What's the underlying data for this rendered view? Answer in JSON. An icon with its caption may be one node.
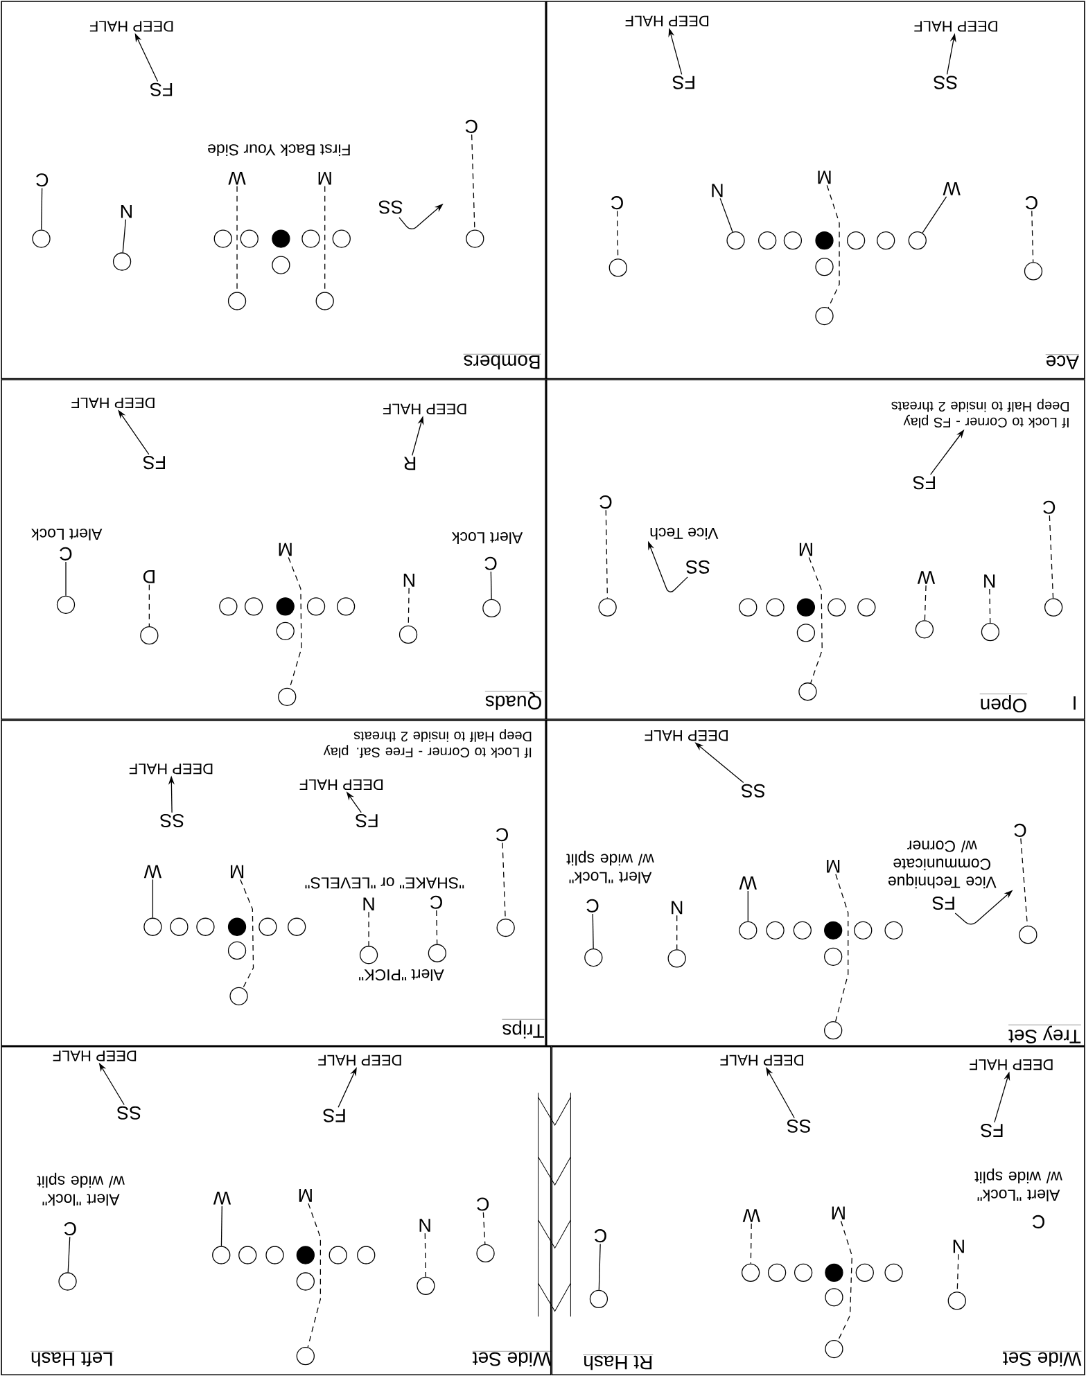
{
  "diagram": {
    "nodes": [
      {
        "text": [
          "Bombers"
        ]
      },
      {
        "text": [],
        "shape": "circle",
        "in": 0
      },
      {
        "text": [],
        "shape": "circle",
        "in": 0
      },
      {
        "text": [],
        "shape": "circle",
        "in": 0
      },
      {
        "text": [],
        "shape": "circle",
        "in": 0
      },
      {
        "text": [],
        "shape": "circle",
        "in": 0
      },
      {
        "text": [],
        "shape": "circle",
        "in": 0
      },
      {
        "text": [],
        "shape": "circle",
        "in": 0
      },
      {
        "text": [],
        "shape": "circle",
        "in": 0
      },
      {
        "text": [],
        "shape": "circle",
        "in": 0
      },
      {
        "text": [],
        "shape": "circle",
        "in": 0
      },
      {
        "text": [],
        "shape": "circle",
        "in": 0
      },
      {
        "text": [
          "C"
        ],
        "in": 0
      },
      {
        "text": [
          "N"
        ],
        "in": 0
      },
      {
        "text": [
          "W"
        ],
        "in": 0
      },
      {
        "text": [
          "M"
        ],
        "in": 0
      },
      {
        "text": [
          "C"
        ],
        "in": 0
      },
      {
        "text": [
          "SS"
        ],
        "in": 0
      },
      {
        "text": [
          "FS"
        ],
        "in": 0
      },
      {
        "text": [
          "DEEP HALF"
        ],
        "in": 0
      },
      {
        "text": [
          "Ace"
        ]
      },
      {
        "text": [],
        "shape": "circle",
        "in": 20
      },
      {
        "text": [],
        "shape": "circle",
        "in": 20
      },
      {
        "text": [],
        "shape": "circle",
        "in": 20
      },
      {
        "text": [],
        "shape": "circle",
        "in": 20
      },
      {
        "text": [],
        "shape": "circle",
        "in": 20
      },
      {
        "text": [],
        "shape": "circle",
        "in": 20
      },
      {
        "text": [],
        "shape": "circle",
        "in": 20
      },
      {
        "text": [],
        "shape": "circle",
        "in": 20
      },
      {
        "text": [],
        "shape": "circle",
        "in": 20
      },
      {
        "text": [],
        "shape": "circle",
        "in": 20
      },
      {
        "text": [],
        "shape": "circle",
        "in": 20
      },
      {
        "text": [
          "C"
        ],
        "in": 20
      },
      {
        "text": [
          "N"
        ],
        "in": 20
      },
      {
        "text": [
          "M"
        ],
        "in": 20
      },
      {
        "text": [
          "W"
        ],
        "in": 20
      },
      {
        "text": [
          "C"
        ],
        "in": 20
      },
      {
        "text": [
          "FS"
        ],
        "in": 20
      },
      {
        "text": [
          "SS"
        ],
        "in": 20
      },
      {
        "text": [
          "DEEP HALF"
        ],
        "in": 20
      },
      {
        "text": [
          "DEEP HALF"
        ],
        "in": 20
      },
      {
        "text": [
          "Quads"
        ]
      },
      {
        "text": [],
        "shape": "circle",
        "in": 41
      },
      {
        "text": [],
        "shape": "circle",
        "in": 41
      },
      {
        "text": [],
        "shape": "circle",
        "in": 41
      },
      {
        "text": [],
        "shape": "circle",
        "in": 41
      },
      {
        "text": [],
        "shape": "circle",
        "in": 41
      },
      {
        "text": [],
        "shape": "circle",
        "in": 41
      },
      {
        "text": [],
        "shape": "circle",
        "in": 41
      },
      {
        "text": [],
        "shape": "circle",
        "in": 41
      },
      {
        "text": [],
        "shape": "circle",
        "in": 41
      },
      {
        "text": [],
        "shape": "circle",
        "in": 41
      },
      {
        "text": [],
        "shape": "circle",
        "in": 41
      },
      {
        "text": [
          "C"
        ],
        "in": 41
      },
      {
        "text": [
          "D"
        ],
        "in": 41
      },
      {
        "text": [
          "M"
        ],
        "in": 41
      },
      {
        "text": [
          "N"
        ],
        "in": 41
      },
      {
        "text": [
          "C"
        ],
        "in": 41
      },
      {
        "text": [
          "FS"
        ],
        "in": 41
      },
      {
        "text": [
          "R"
        ],
        "in": 41
      },
      {
        "text": [
          "DEEP HALF"
        ],
        "in": 41
      },
      {
        "text": [
          "DEEP HALF"
        ],
        "in": 41
      },
      {
        "text": [
          "Open"
        ],
        "beside": [
          "I"
        ]
      },
      {
        "text": [],
        "shape": "circle",
        "in": 62
      },
      {
        "text": [],
        "shape": "circle",
        "in": 62
      },
      {
        "text": [],
        "shape": "circle",
        "in": 62
      },
      {
        "text": [],
        "shape": "circle",
        "in": 62
      },
      {
        "text": [],
        "shape": "circle",
        "in": 62
      },
      {
        "text": [],
        "shape": "circle",
        "in": 62
      },
      {
        "text": [],
        "shape": "circle",
        "in": 62
      },
      {
        "text": [],
        "shape": "circle",
        "in": 62
      },
      {
        "text": [],
        "shape": "circle",
        "in": 62
      },
      {
        "text": [],
        "shape": "circle",
        "in": 62
      },
      {
        "text": [],
        "shape": "circle",
        "in": 62
      },
      {
        "text": [
          "C"
        ],
        "in": 62
      },
      {
        "text": [
          "SS"
        ],
        "in": 62
      },
      {
        "text": [
          "M"
        ],
        "in": 62
      },
      {
        "text": [
          "W"
        ],
        "in": 62
      },
      {
        "text": [
          "N"
        ],
        "in": 62
      },
      {
        "text": [
          "C"
        ],
        "in": 62
      },
      {
        "text": [
          "FS"
        ],
        "in": 62
      },
      {
        "text": [
          "If Lock to Corner - FS play Deep Half to inside 2 threats"
        ],
        "in": 62
      },
      {
        "text": [
          "Trips"
        ]
      },
      {
        "text": [],
        "shape": "circle",
        "in": 82
      },
      {
        "text": [],
        "shape": "circle",
        "in": 82
      },
      {
        "text": [],
        "shape": "circle",
        "in": 82
      },
      {
        "text": [],
        "shape": "circle",
        "in": 82
      },
      {
        "text": [],
        "shape": "circle",
        "in": 82
      },
      {
        "text": [],
        "shape": "circle",
        "in": 82
      },
      {
        "text": [],
        "shape": "circle",
        "in": 82
      },
      {
        "text": [],
        "shape": "circle",
        "in": 82
      },
      {
        "text": [],
        "shape": "circle",
        "in": 82
      },
      {
        "text": [],
        "shape": "circle",
        "in": 82
      },
      {
        "text": [],
        "shape": "circle",
        "in": 82
      },
      {
        "text": [
          "W"
        ],
        "in": 82
      },
      {
        "text": [
          "M"
        ],
        "in": 82
      },
      {
        "text": [
          "N"
        ],
        "in": 82
      },
      {
        "text": [
          "C"
        ],
        "in": 82
      },
      {
        "text": [
          "C"
        ],
        "in": 82
      },
      {
        "text": [
          "SS"
        ],
        "in": 82
      },
      {
        "text": [
          "FS"
        ],
        "in": 82
      },
      {
        "text": [
          "DEEP HALF"
        ],
        "in": 82
      },
      {
        "text": [
          "DEEP HALF"
        ],
        "in": 82
      },
      {
        "text": [
          "If Lock to Corner - Free Saf. play Deep Half to inside 2 threats"
        ],
        "in": 82
      },
      {
        "text": [
          "Trey Set"
        ]
      },
      {
        "text": [],
        "shape": "circle",
        "in": 104
      },
      {
        "text": [],
        "shape": "circle",
        "in": 104
      },
      {
        "text": [],
        "shape": "circle",
        "in": 104
      },
      {
        "text": [],
        "shape": "circle",
        "in": 104
      },
      {
        "text": [],
        "shape": "circle",
        "in": 104
      },
      {
        "text": [],
        "shape": "circle",
        "in": 104
      },
      {
        "text": [],
        "shape": "circle",
        "in": 104
      },
      {
        "text": [],
        "shape": "circle",
        "in": 104
      },
      {
        "text": [],
        "shape": "circle",
        "in": 104
      },
      {
        "text": [],
        "shape": "circle",
        "in": 104
      },
      {
        "text": [],
        "shape": "circle",
        "in": 104
      },
      {
        "text": [
          "C"
        ],
        "in": 104
      },
      {
        "text": [
          "N"
        ],
        "in": 104
      },
      {
        "text": [
          "W"
        ],
        "in": 104
      },
      {
        "text": [
          "M"
        ],
        "in": 104
      },
      {
        "text": [
          "C"
        ],
        "in": 104
      },
      {
        "text": [
          "FS"
        ],
        "in": 104
      },
      {
        "text": [
          "SS"
        ],
        "in": 104
      },
      {
        "text": [
          "DEEP HALF"
        ],
        "in": 104
      },
      {
        "text": [
          "Wide Set",
          "Left Hash"
        ]
      },
      {
        "text": [],
        "shape": "circle",
        "in": 124
      },
      {
        "text": [],
        "shape": "circle",
        "in": 124
      },
      {
        "text": [],
        "shape": "circle",
        "in": 124
      },
      {
        "text": [],
        "shape": "circle",
        "in": 124
      },
      {
        "text": [],
        "shape": "circle",
        "in": 124
      },
      {
        "text": [],
        "shape": "circle",
        "in": 124
      },
      {
        "text": [],
        "shape": "circle",
        "in": 124
      },
      {
        "text": [],
        "shape": "circle",
        "in": 124
      },
      {
        "text": [],
        "shape": "circle",
        "in": 124
      },
      {
        "text": [],
        "shape": "circle",
        "in": 124
      },
      {
        "text": [],
        "shape": "circle",
        "in": 124
      },
      {
        "text": [
          "C"
        ],
        "in": 124
      },
      {
        "text": [
          "W"
        ],
        "in": 124
      },
      {
        "text": [
          "M"
        ],
        "in": 124
      },
      {
        "text": [
          "N"
        ],
        "in": 124
      },
      {
        "text": [
          "C"
        ],
        "in": 124
      },
      {
        "text": [
          "SS"
        ],
        "in": 124
      },
      {
        "text": [
          "FS"
        ],
        "in": 124
      },
      {
        "text": [
          "DEEP HALF"
        ],
        "in": 124
      },
      {
        "text": [
          "DEEP HALF"
        ],
        "in": 124
      },
      {
        "text": [
          "Wide Set",
          "Rt Hash"
        ]
      },
      {
        "text": [],
        "shape": "circle",
        "in": 145
      },
      {
        "text": [],
        "shape": "circle",
        "in": 145
      },
      {
        "text": [],
        "shape": "circle",
        "in": 145
      },
      {
        "text": [],
        "shape": "circle",
        "in": 145
      },
      {
        "text": [],
        "shape": "circle",
        "in": 145
      },
      {
        "text": [],
        "shape": "circle",
        "in": 145
      },
      {
        "text": [],
        "shape": "circle",
        "in": 145
      },
      {
        "text": [],
        "shape": "circle",
        "in": 145
      },
      {
        "text": [],
        "shape": "circle",
        "in": 145
      },
      {
        "text": [],
        "shape": "circle",
        "in": 145
      },
      {
        "text": [
          "C"
        ],
        "in": 145
      },
      {
        "text": [
          "W"
        ],
        "in": 145
      },
      {
        "text": [
          "M"
        ],
        "in": 145
      },
      {
        "text": [
          "N"
        ],
        "in": 145
      },
      {
        "text": [
          "C"
        ],
        "in": 145
      },
      {
        "text": [
          "SS"
        ],
        "in": 145
      },
      {
        "text": [
          "FS"
        ],
        "in": 145
      },
      {
        "text": [
          "DEEP HALF"
        ],
        "in": 145
      },
      {
        "text": [
          "DEEP HALF"
        ],
        "in": 145
      },
      {
        "text": [
          "Vice Technique Communicate w/ Corner"
        ],
        "in": 104
      },
      {
        "text": [
          "Vice Tech"
        ],
        "in": 62
      }
    ],
    "edges": [
      {
        "from": 12,
        "to": 1,
        "arrow": "none"
      },
      {
        "from": 13,
        "to": 2,
        "arrow": "none"
      },
      {
        "from": 14,
        "to": 9,
        "arrow": "none",
        "style": "dashed"
      },
      {
        "from": 15,
        "to": 10,
        "arrow": "none",
        "style": "dashed"
      },
      {
        "from": 16,
        "to": 11,
        "arrow": "none",
        "style": "dashed"
      },
      {
        "from": 18,
        "to": 19,
        "arrow": "to"
      },
      {
        "from": 17,
        "to": null,
        "arrow": "to"
      },
      {
        "from": 32,
        "to": 21,
        "arrow": "none",
        "style": "dashed"
      },
      {
        "from": 33,
        "to": 22,
        "arrow": "none"
      },
      {
        "from": 34,
        "to": 30,
        "arrow": "none",
        "style": "dashed"
      },
      {
        "from": 35,
        "to": 28,
        "arrow": "none"
      },
      {
        "from": 36,
        "to": 31,
        "arrow": "none",
        "style": "dashed"
      },
      {
        "from": 37,
        "to": 39,
        "arrow": "to"
      },
      {
        "from": 38,
        "to": 40,
        "arrow": "to"
      },
      {
        "from": 53,
        "to": 42,
        "arrow": "none"
      },
      {
        "from": 54,
        "to": 43,
        "arrow": "none",
        "style": "dashed"
      },
      {
        "from": 55,
        "to": 50,
        "arrow": "none",
        "style": "dashed"
      },
      {
        "from": 56,
        "to": 51,
        "arrow": "none",
        "style": "dashed"
      },
      {
        "from": 57,
        "to": 52,
        "arrow": "none"
      },
      {
        "from": 58,
        "to": 60,
        "arrow": "to"
      },
      {
        "from": 59,
        "to": 61,
        "arrow": "to"
      },
      {
        "from": 74,
        "to": 63,
        "arrow": "none",
        "style": "dashed"
      },
      {
        "from": 76,
        "to": 70,
        "arrow": "none",
        "style": "dashed"
      },
      {
        "from": 77,
        "to": 71,
        "arrow": "none",
        "style": "dashed"
      },
      {
        "from": 78,
        "to": 72,
        "arrow": "none",
        "style": "dashed"
      },
      {
        "from": 79,
        "to": 73,
        "arrow": "none",
        "style": "dashed"
      },
      {
        "from": 80,
        "to": 81,
        "arrow": "to"
      },
      {
        "from": 75,
        "to": 166,
        "arrow": "to"
      },
      {
        "from": 94,
        "to": 83,
        "arrow": "none"
      },
      {
        "from": 95,
        "to": 90,
        "arrow": "none",
        "style": "dashed"
      },
      {
        "from": 96,
        "to": 91,
        "arrow": "none",
        "style": "dashed"
      },
      {
        "from": 97,
        "to": 92,
        "arrow": "none",
        "style": "dashed"
      },
      {
        "from": 98,
        "to": 93,
        "arrow": "none",
        "style": "dashed"
      },
      {
        "from": 99,
        "to": 101,
        "arrow": "to"
      },
      {
        "from": 100,
        "to": 102,
        "arrow": "to"
      },
      {
        "from": 116,
        "to": 105,
        "arrow": "none"
      },
      {
        "from": 117,
        "to": 106,
        "arrow": "none",
        "style": "dashed"
      },
      {
        "from": 118,
        "to": 107,
        "arrow": "none"
      },
      {
        "from": 119,
        "to": 114,
        "arrow": "none",
        "style": "dashed"
      },
      {
        "from": 120,
        "to": 115,
        "arrow": "none",
        "style": "dashed"
      },
      {
        "from": 122,
        "to": 123,
        "arrow": "to"
      },
      {
        "from": 121,
        "to": 165,
        "arrow": "to"
      },
      {
        "from": 136,
        "to": 125,
        "arrow": "none"
      },
      {
        "from": 137,
        "to": 126,
        "arrow": "none"
      },
      {
        "from": 138,
        "to": 133,
        "arrow": "none",
        "style": "dashed"
      },
      {
        "from": 139,
        "to": 134,
        "arrow": "none",
        "style": "dashed"
      },
      {
        "from": 140,
        "to": 135,
        "arrow": "none",
        "style": "dashed"
      },
      {
        "from": 141,
        "to": 143,
        "arrow": "to"
      },
      {
        "from": 142,
        "to": 144,
        "arrow": "to"
      },
      {
        "from": 156,
        "to": 146,
        "arrow": "none"
      },
      {
        "from": 157,
        "to": 147,
        "arrow": "none",
        "style": "dashed"
      },
      {
        "from": 158,
        "to": 154,
        "arrow": "none",
        "style": "dashed"
      },
      {
        "from": 159,
        "to": 155,
        "arrow": "none",
        "style": "dashed"
      },
      {
        "from": 161,
        "to": 163,
        "arrow": "to"
      },
      {
        "from": 162,
        "to": 164,
        "arrow": "to"
      }
    ],
    "labels": [
      "First Back Your Side",
      "Alert Lock",
      "Alert Lock",
      "\"SHAKE\" or \"LEVELS\"",
      "Alert \"PICK\"",
      "Alert \"Lock\" w/ wide split",
      "Alert \"lock\" w/ wide split",
      "Alert \"Lock\" w/ wide split"
    ]
  }
}
